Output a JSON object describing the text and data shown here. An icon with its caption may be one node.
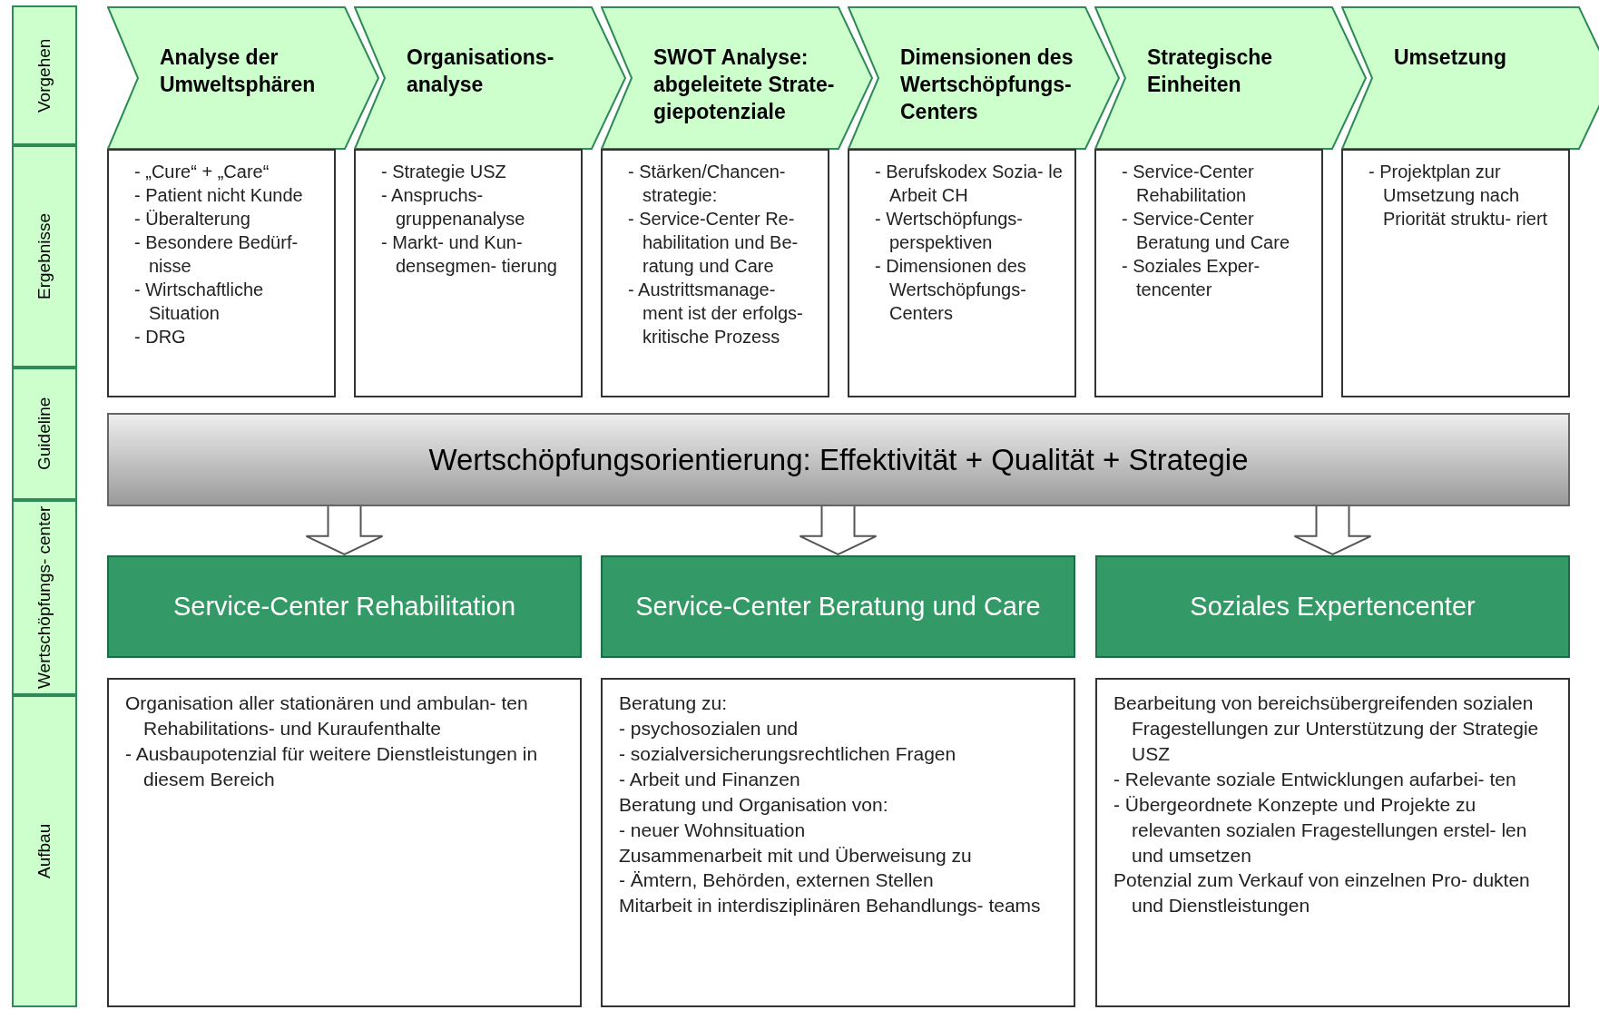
{
  "diagram": {
    "nodes": [
      {
        "text": [
          "Vorgehen"
        ]
      },
      {
        "text": [
          "Ergebnisse"
        ]
      },
      {
        "text": [
          "Guideline"
        ]
      },
      {
        "text": [
          "Wertschöpfungs- center"
        ]
      },
      {
        "text": [
          "Aufbau"
        ]
      },
      {
        "text": [
          "Analyse der Umweltsphären"
        ]
      },
      {
        "text": [
          "Organisations- analyse"
        ]
      },
      {
        "text": [
          "SWOT Analyse: abgeleitete Strate- giepotenziale"
        ]
      },
      {
        "text": [
          "Dimensionen des Wertschöpfungs- Centers"
        ]
      },
      {
        "text": [
          "Strategische Einheiten"
        ]
      },
      {
        "text": [
          "Umsetzung"
        ]
      },
      {
        "text": [
          "- „Cure“ + „Care“",
          "- Patient nicht Kunde",
          "- Überalterung",
          "- Besondere Bedürf- nisse",
          "- Wirtschaftliche Situation",
          "- DRG"
        ]
      },
      {
        "text": [
          "- Strategie USZ",
          "- Anspruchs- gruppenanalyse",
          "- Markt- und Kun- densegmen- tierung"
        ]
      },
      {
        "text": [
          "- Stärken/Chancen- strategie:",
          "- Service-Center Re- habilitation und Be- ratung und Care",
          "- Austrittsmanage- ment ist der erfolgs- kritische Prozess"
        ]
      },
      {
        "text": [
          "- Berufskodex Sozia- le Arbeit CH",
          "- Wertschöpfungs- perspektiven",
          "- Dimensionen des Wertschöpfungs- Centers"
        ]
      },
      {
        "text": [
          "- Service-Center Rehabilitation",
          "- Service-Center Beratung und Care",
          "- Soziales Exper- tencenter"
        ]
      },
      {
        "text": [
          "- Projektplan zur Umsetzung nach Priorität struktu- riert"
        ]
      },
      {
        "text": [
          "Wertschöpfungsorientierung: Effektivität + Qualität + Strategie"
        ]
      },
      {
        "text": [
          "Service-Center Rehabilitation"
        ]
      },
      {
        "text": [
          "Service-Center Beratung und Care"
        ]
      },
      {
        "text": [
          "Soziales Expertencenter"
        ]
      },
      {
        "text": [
          "Organisation aller stationären und ambulan- ten Rehabilitations- und Kuraufenthalte",
          "- Ausbaupotenzial für weitere Dienstleistungen in diesem Bereich"
        ]
      },
      {
        "text": [
          "Beratung zu:",
          "- psychosozialen und",
          "- sozialversicherungsrechtlichen Fragen",
          "- Arbeit und Finanzen",
          "Beratung und Organisation von:",
          "- neuer Wohnsituation",
          "Zusammenarbeit mit und Überweisung zu",
          "- Ämtern, Behörden, externen Stellen",
          "Mitarbeit in interdisziplinären Behandlungs- teams"
        ]
      },
      {
        "text": [
          "Bearbeitung von bereichsübergreifenden sozialen Fragestellungen zur Unterstützung der Strategie USZ",
          "- Relevante soziale Entwicklungen aufarbei- ten",
          "- Übergeordnete Konzepte und Projekte zu relevanten sozialen Fragestellungen erstel- len und umsetzen",
          "Potenzial zum Verkauf von einzelnen Pro- dukten und Dienstleistungen"
        ]
      }
    ],
    "edges": [
      {
        "from": 17,
        "to": 18,
        "arrow": "to"
      },
      {
        "from": 17,
        "to": 19,
        "arrow": "to"
      },
      {
        "from": 17,
        "to": 20,
        "arrow": "to"
      }
    ]
  }
}
